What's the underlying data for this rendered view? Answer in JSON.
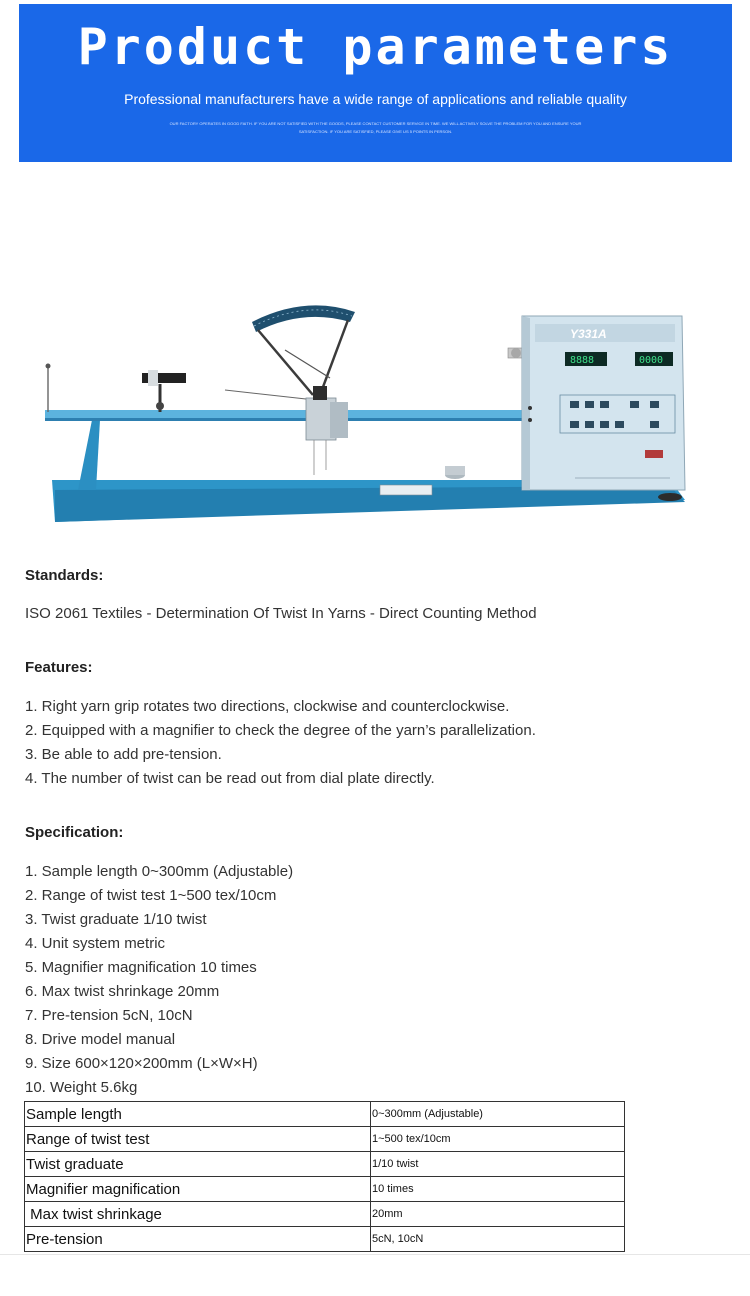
{
  "banner": {
    "title": "Product parameters",
    "subtitle": "Professional manufacturers have a wide range of applications and reliable quality",
    "fine_print": "OUR FACTORY OPERATES IN GOOD FAITH. IF YOU ARE NOT SATISFIED WITH THE GOODS, PLEASE CONTACT CUSTOMER SERVICE IN TIME. WE WILL ACTIVELY SOLVE THE PROBLEM FOR YOU AND ENSURE YOUR SATISFACTION. IF YOU ARE SATISFIED, PLEASE GIVE US 5 POINTS IN PERSON.",
    "bg_color": "#1a68e8"
  },
  "product_image": {
    "device_label": "Y331A",
    "display_left": "8888",
    "display_right": "0000",
    "body_color": "#3aa0d0",
    "console_color": "#d3e4ee"
  },
  "standards": {
    "heading": "Standards:",
    "text": "ISO 2061 Textiles - Determination Of Twist In Yarns - Direct Counting Method"
  },
  "features": {
    "heading": "Features:",
    "items": [
      "1. Right yarn grip rotates two directions, clockwise and counterclockwise.",
      "2. Equipped with a magnifier to check the degree of the yarn’s parallelization.",
      "3. Be able to add pre-tension.",
      "4. The number of twist can be read out from dial plate directly."
    ]
  },
  "specification": {
    "heading": "Specification:",
    "items": [
      "1. Sample length 0~300mm (Adjustable)",
      "2. Range of twist test 1~500 tex/10cm",
      "3. Twist graduate 1/10 twist",
      "4. Unit system metric",
      "5. Magnifier magnification 10 times",
      "6. Max twist shrinkage 20mm",
      "7. Pre-tension 5cN, 10cN",
      "8. Drive model manual",
      "9. Size 600×120×200mm (L×W×H)",
      "10. Weight 5.6kg"
    ]
  },
  "table": {
    "rows": [
      {
        "name": "Sample length",
        "value": "0~300mm (Adjustable)"
      },
      {
        "name": "Range of twist test",
        "value": "1~500 tex/10cm"
      },
      {
        "name": "Twist graduate",
        "value": "1/10 twist"
      },
      {
        "name": "Magnifier magnification",
        "value": "10 times"
      },
      {
        "name": " Max twist shrinkage",
        "value": "20mm"
      },
      {
        "name": "Pre-tension",
        "value": "5cN, 10cN"
      }
    ]
  }
}
